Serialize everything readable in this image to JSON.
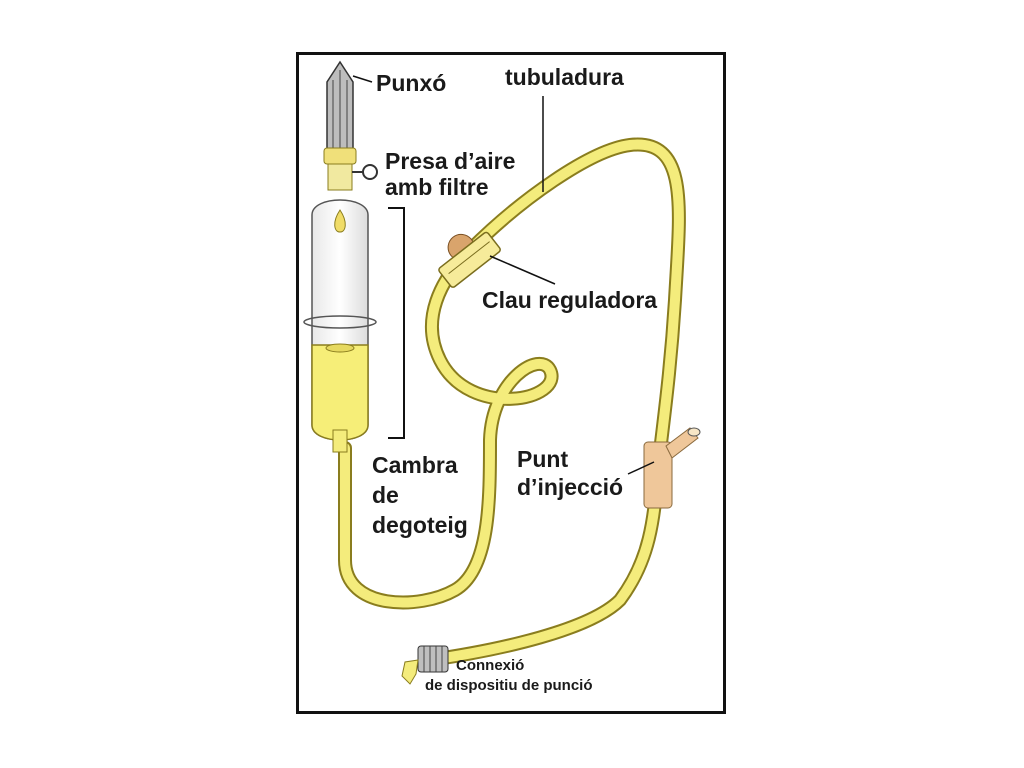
{
  "labels": {
    "spike": "Punxó",
    "tubing": "tubuladura",
    "air_vent_line1": "Presa d’aire",
    "air_vent_line2": "amb filtre",
    "roller_clamp": "Clau reguladora",
    "drip_chamber_line1": "Cambra",
    "drip_chamber_line2": "de",
    "drip_chamber_line3": "degoteig",
    "injection_port_line1": "Punt",
    "injection_port_line2": "d’injecció",
    "connector_line1": "Connexió",
    "connector_line2": "de dispositiu de punció"
  },
  "colors": {
    "tube": "#f4ec7c",
    "tube_outline": "#8a7d1e",
    "fluid": "#f6ee78",
    "clamp_wheel": "#d9a46c",
    "injection_port": "#efc79a",
    "frame": "#111111"
  }
}
